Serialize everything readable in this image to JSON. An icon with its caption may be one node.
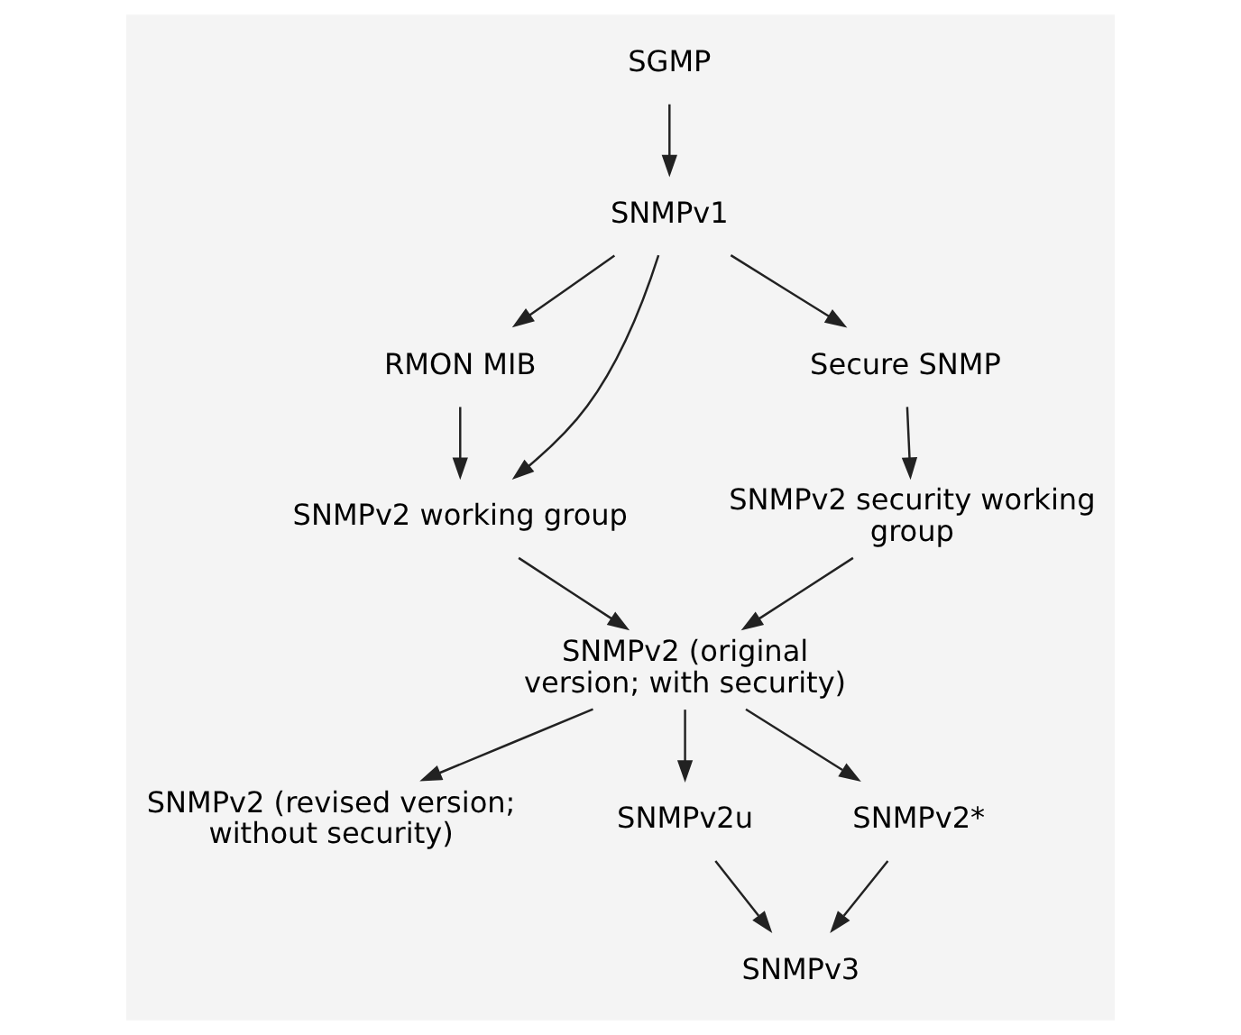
{
  "diagram": {
    "nodes": [
      {
        "text": [
          "SGMP"
        ]
      },
      {
        "text": [
          "SNMPv1"
        ]
      },
      {
        "text": [
          "RMON MIB"
        ]
      },
      {
        "text": [
          "Secure SNMP"
        ]
      },
      {
        "text": [
          "SNMPv2 working group"
        ]
      },
      {
        "text": [
          "SNMPv2 security working group"
        ]
      },
      {
        "text": [
          "SNMPv2 (original version; with security)"
        ]
      },
      {
        "text": [
          "SNMPv2 (revised version; without security)"
        ]
      },
      {
        "text": [
          "SNMPv2u"
        ]
      },
      {
        "text": [
          "SNMPv2*"
        ]
      },
      {
        "text": [
          "SNMPv3"
        ]
      }
    ],
    "edges": [
      {
        "from": 0,
        "to": 1,
        "arrow": "to"
      },
      {
        "from": 1,
        "to": 2,
        "arrow": "to"
      },
      {
        "from": 1,
        "to": 4,
        "arrow": "to"
      },
      {
        "from": 1,
        "to": 3,
        "arrow": "to"
      },
      {
        "from": 2,
        "to": 4,
        "arrow": "to"
      },
      {
        "from": 3,
        "to": 5,
        "arrow": "to"
      },
      {
        "from": 4,
        "to": 6,
        "arrow": "to"
      },
      {
        "from": 5,
        "to": 6,
        "arrow": "to"
      },
      {
        "from": 6,
        "to": 7,
        "arrow": "to"
      },
      {
        "from": 6,
        "to": 8,
        "arrow": "to"
      },
      {
        "from": 6,
        "to": 9,
        "arrow": "to"
      },
      {
        "from": 8,
        "to": 10,
        "arrow": "to"
      },
      {
        "from": 9,
        "to": 10,
        "arrow": "to"
      }
    ]
  }
}
